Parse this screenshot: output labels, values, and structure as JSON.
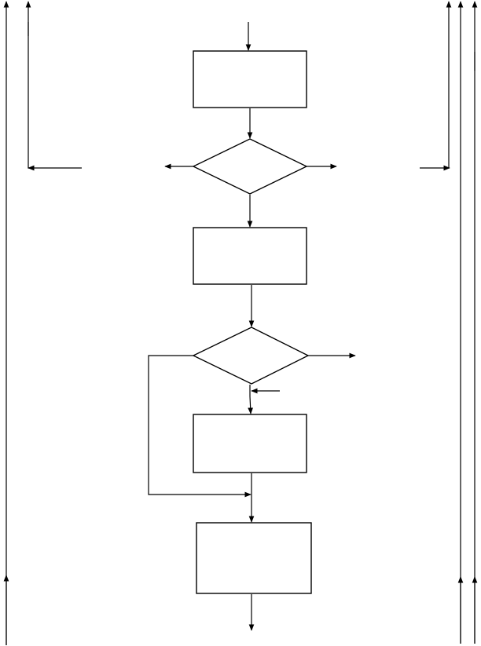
{
  "diagram": {
    "type": "flowchart",
    "shapes": [
      {
        "id": "process-1",
        "kind": "process",
        "text": ""
      },
      {
        "id": "decision-1",
        "kind": "decision",
        "text": ""
      },
      {
        "id": "process-2",
        "kind": "process",
        "text": ""
      },
      {
        "id": "decision-2",
        "kind": "decision",
        "text": ""
      },
      {
        "id": "process-3",
        "kind": "process",
        "text": ""
      },
      {
        "id": "process-4",
        "kind": "process",
        "text": ""
      }
    ],
    "colors": {
      "stroke": "#000000",
      "background": "#ffffff"
    }
  }
}
